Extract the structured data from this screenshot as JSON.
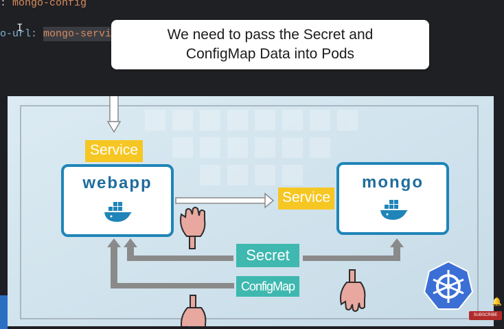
{
  "editor": {
    "line1": {
      "prefix": ": ",
      "value": "mongo-config"
    },
    "line2": {
      "key": "o-url",
      "separator": ": ",
      "value": "mongo-servi"
    }
  },
  "callout": {
    "line1": "We need to pass the Secret and",
    "line2": "ConfigMap Data into Pods"
  },
  "diagram": {
    "service_top": "Service",
    "service_right": "Service",
    "webapp_label": "webapp",
    "mongo_label": "mongo",
    "secret_label": "Secret",
    "configmap_label": "ConfigMap"
  },
  "player": {
    "subscribe_label": "SUBSCRIBE"
  },
  "colors": {
    "service_yellow": "#f6c623",
    "teal": "#3fb8b0",
    "pod_border": "#1f85b8",
    "arrow_gray": "#8a8a8a",
    "k8s_blue": "#3b6fd6"
  },
  "icons": [
    "docker-whale-icon",
    "pointing-hand-icon",
    "kubernetes-logo-icon",
    "bell-icon",
    "mouse-cursor-icon"
  ]
}
